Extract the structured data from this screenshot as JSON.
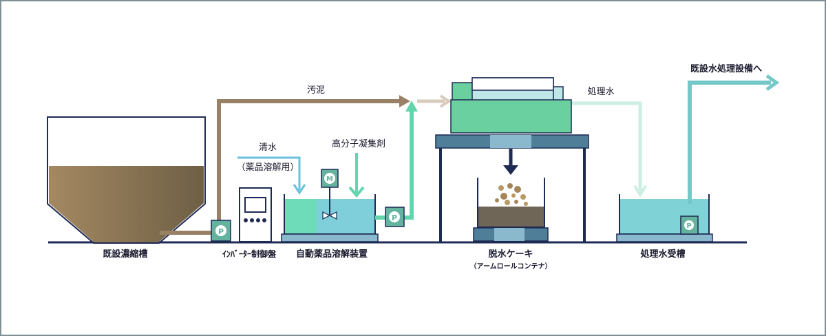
{
  "labels": {
    "thickener": "既設濃縮槽",
    "inverter_panel": "ｲﾝﾊﾞｰﾀｰ制御盤",
    "dissolver": "自動薬品溶解装置",
    "cake": "脱水ケーキ",
    "container": "（アームロールコンテナ）",
    "receiver": "処理水受槽",
    "sludge": "汚泥",
    "clean_water": "清水",
    "chem_dissolve": "（薬品溶解用）",
    "polymer": "高分子凝集剤",
    "treated_water": "処理水",
    "to_existing": "既設水処理設備へ"
  },
  "glyphs": {
    "pump": "P",
    "motor": "M"
  },
  "colors": {
    "sludge_line": "#998166",
    "treated_line": "#74c9c8",
    "polymer_line": "#62d5ad",
    "clean_water_line": "#66c2dd",
    "machine_green": "#6bd09f",
    "machine_dark": "#4f7e99",
    "outline": "#1d2a53",
    "frame": "#7f9192"
  }
}
